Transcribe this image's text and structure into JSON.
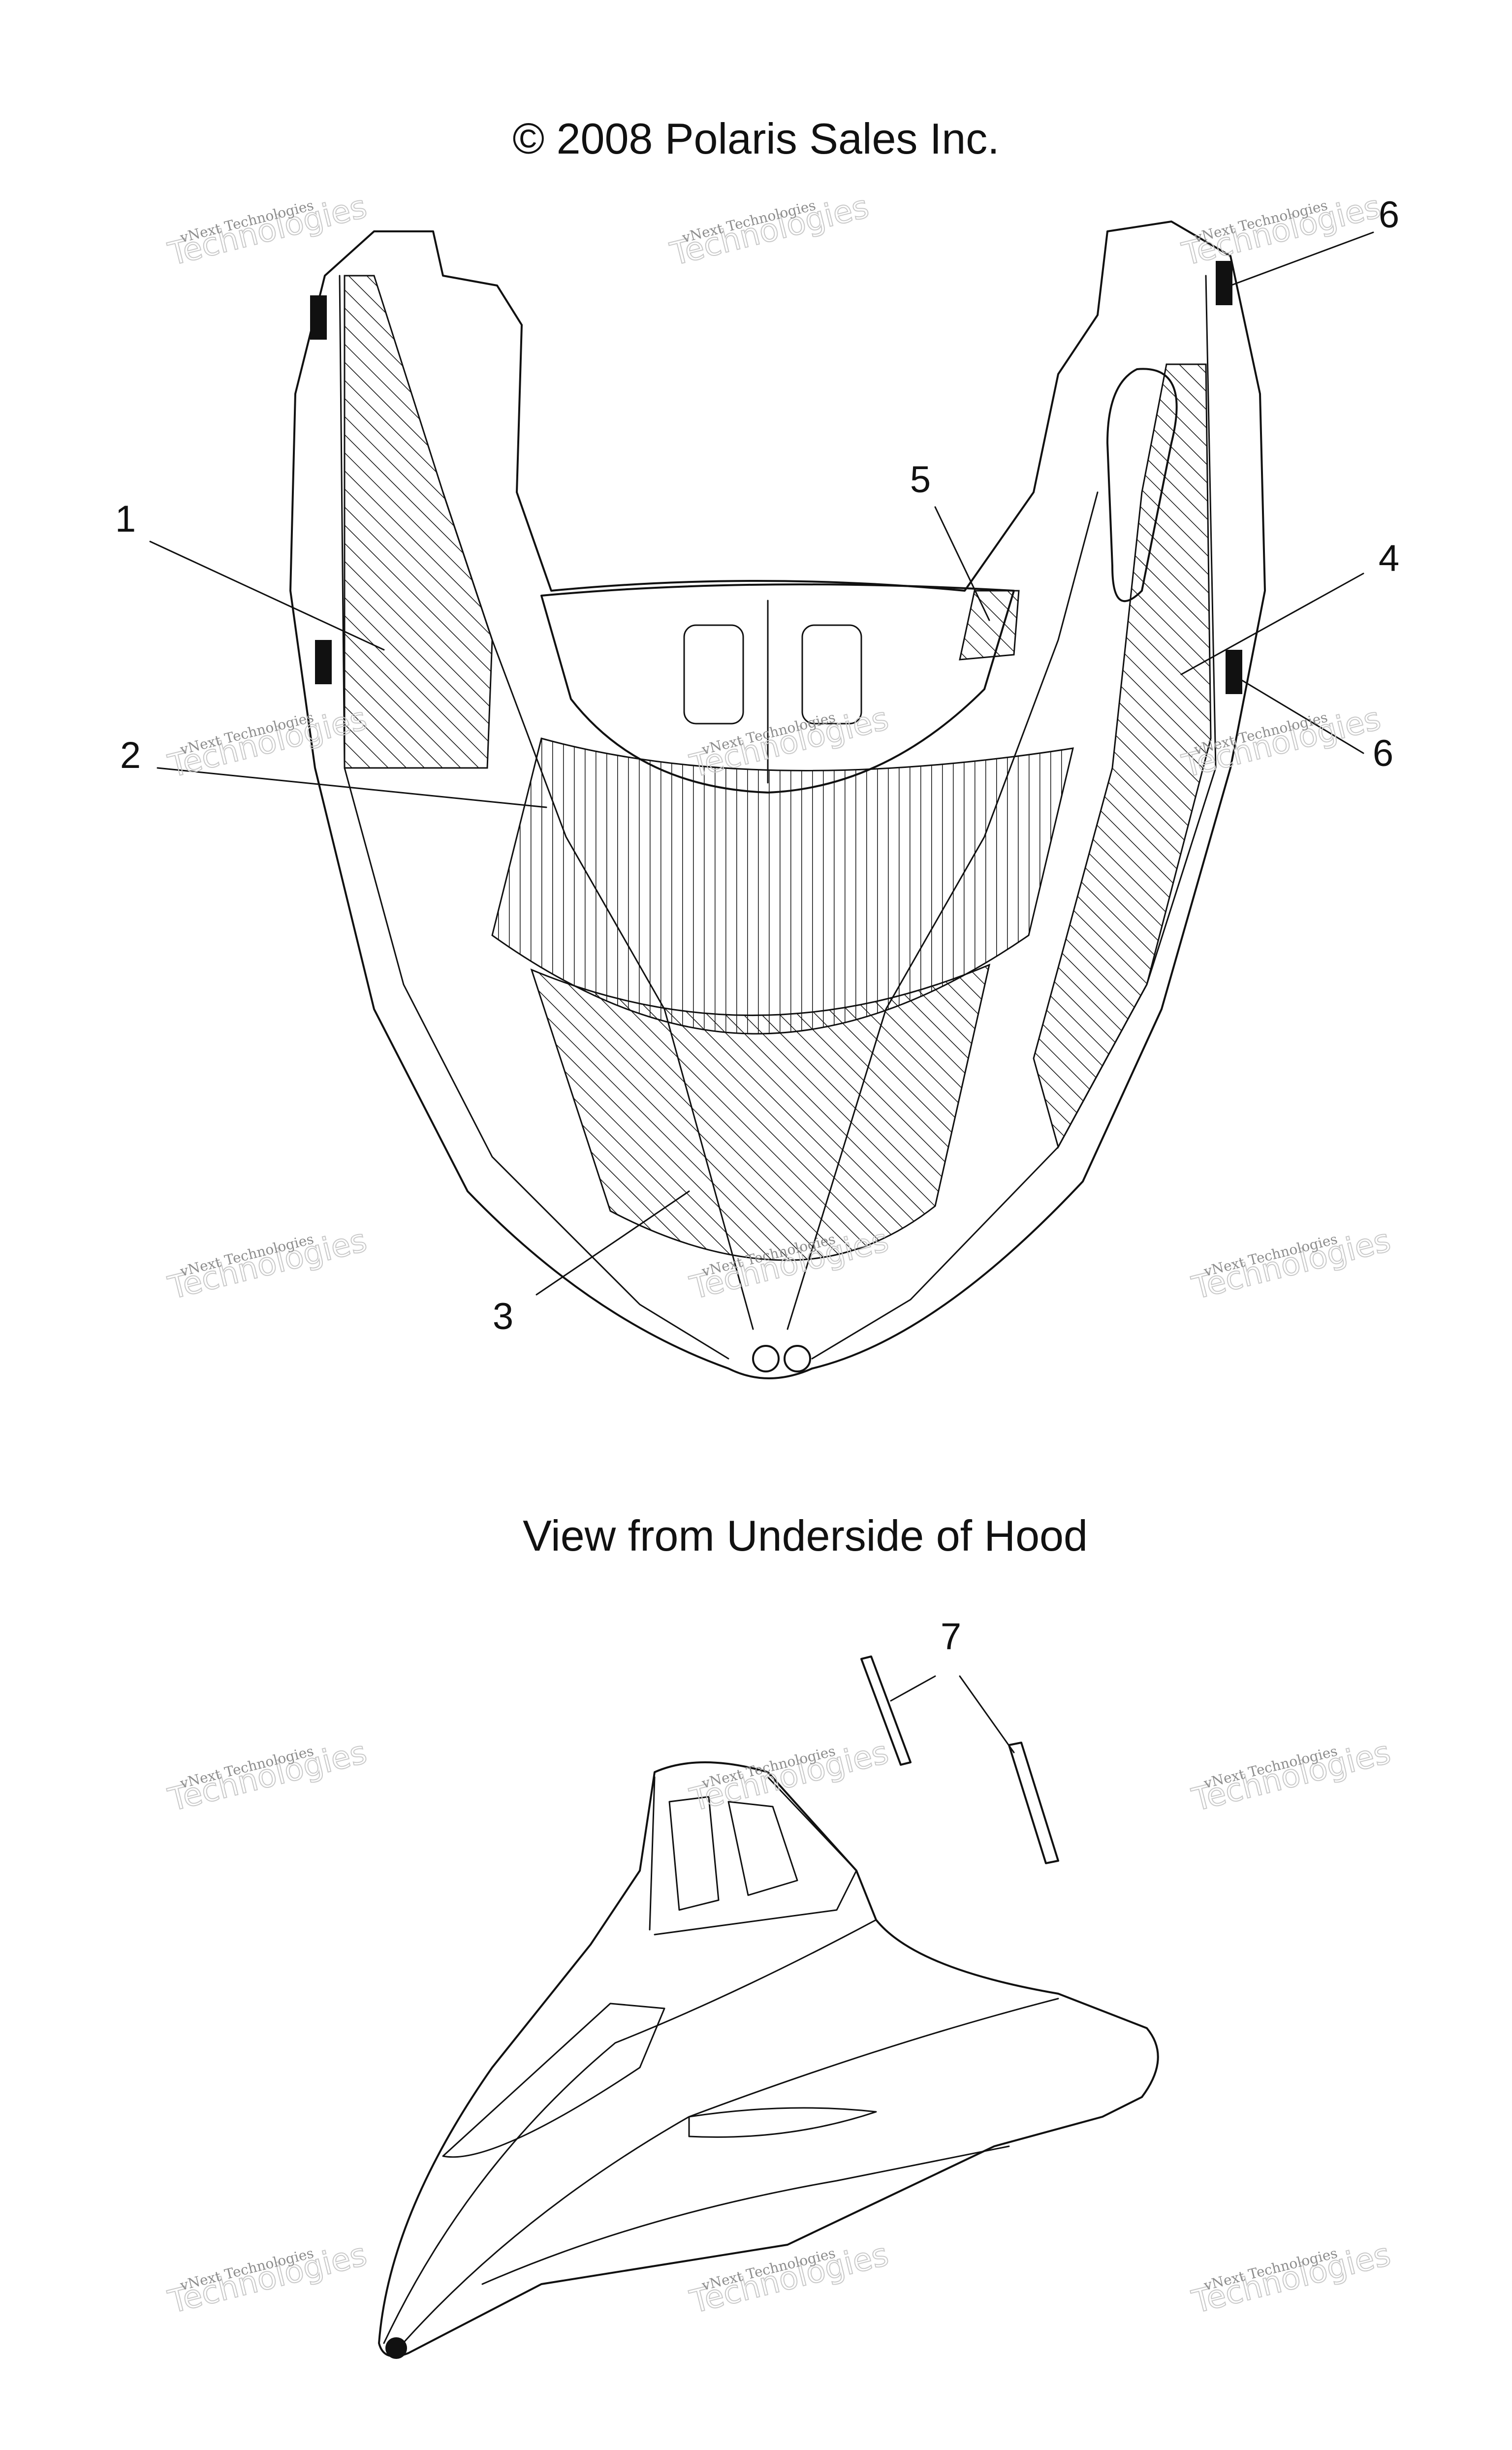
{
  "header": {
    "copyright": "© 2008 Polaris Sales Inc."
  },
  "views": {
    "underside_caption": "View from Underside of Hood"
  },
  "callouts": {
    "c1": "1",
    "c2": "2",
    "c3": "3",
    "c4": "4",
    "c5": "5",
    "c6a": "6",
    "c6b": "6",
    "c7": "7"
  },
  "watermark": {
    "line1": "vNext Technologies",
    "line2": "Technologies",
    "line3": "vNext"
  }
}
